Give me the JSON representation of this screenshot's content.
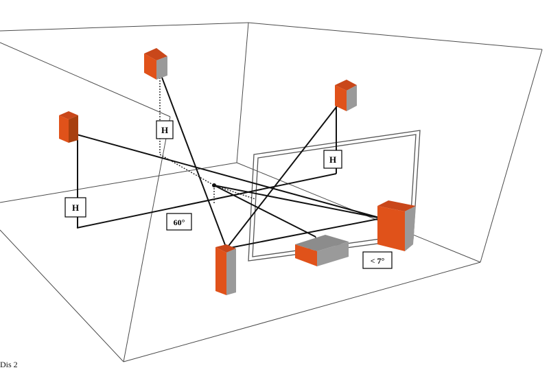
{
  "labels": {
    "height_left": "H",
    "height_top": "H",
    "height_right": "H",
    "angle_horizontal": "60°",
    "angle_vertical": "< 7°"
  },
  "caption": "Dis 2",
  "colors": {
    "speaker_front": "#e0521a",
    "speaker_dark": "#a8400f",
    "speaker_side": "#9a9a9a",
    "lines": "#111111",
    "room": "#4a4a4a"
  }
}
